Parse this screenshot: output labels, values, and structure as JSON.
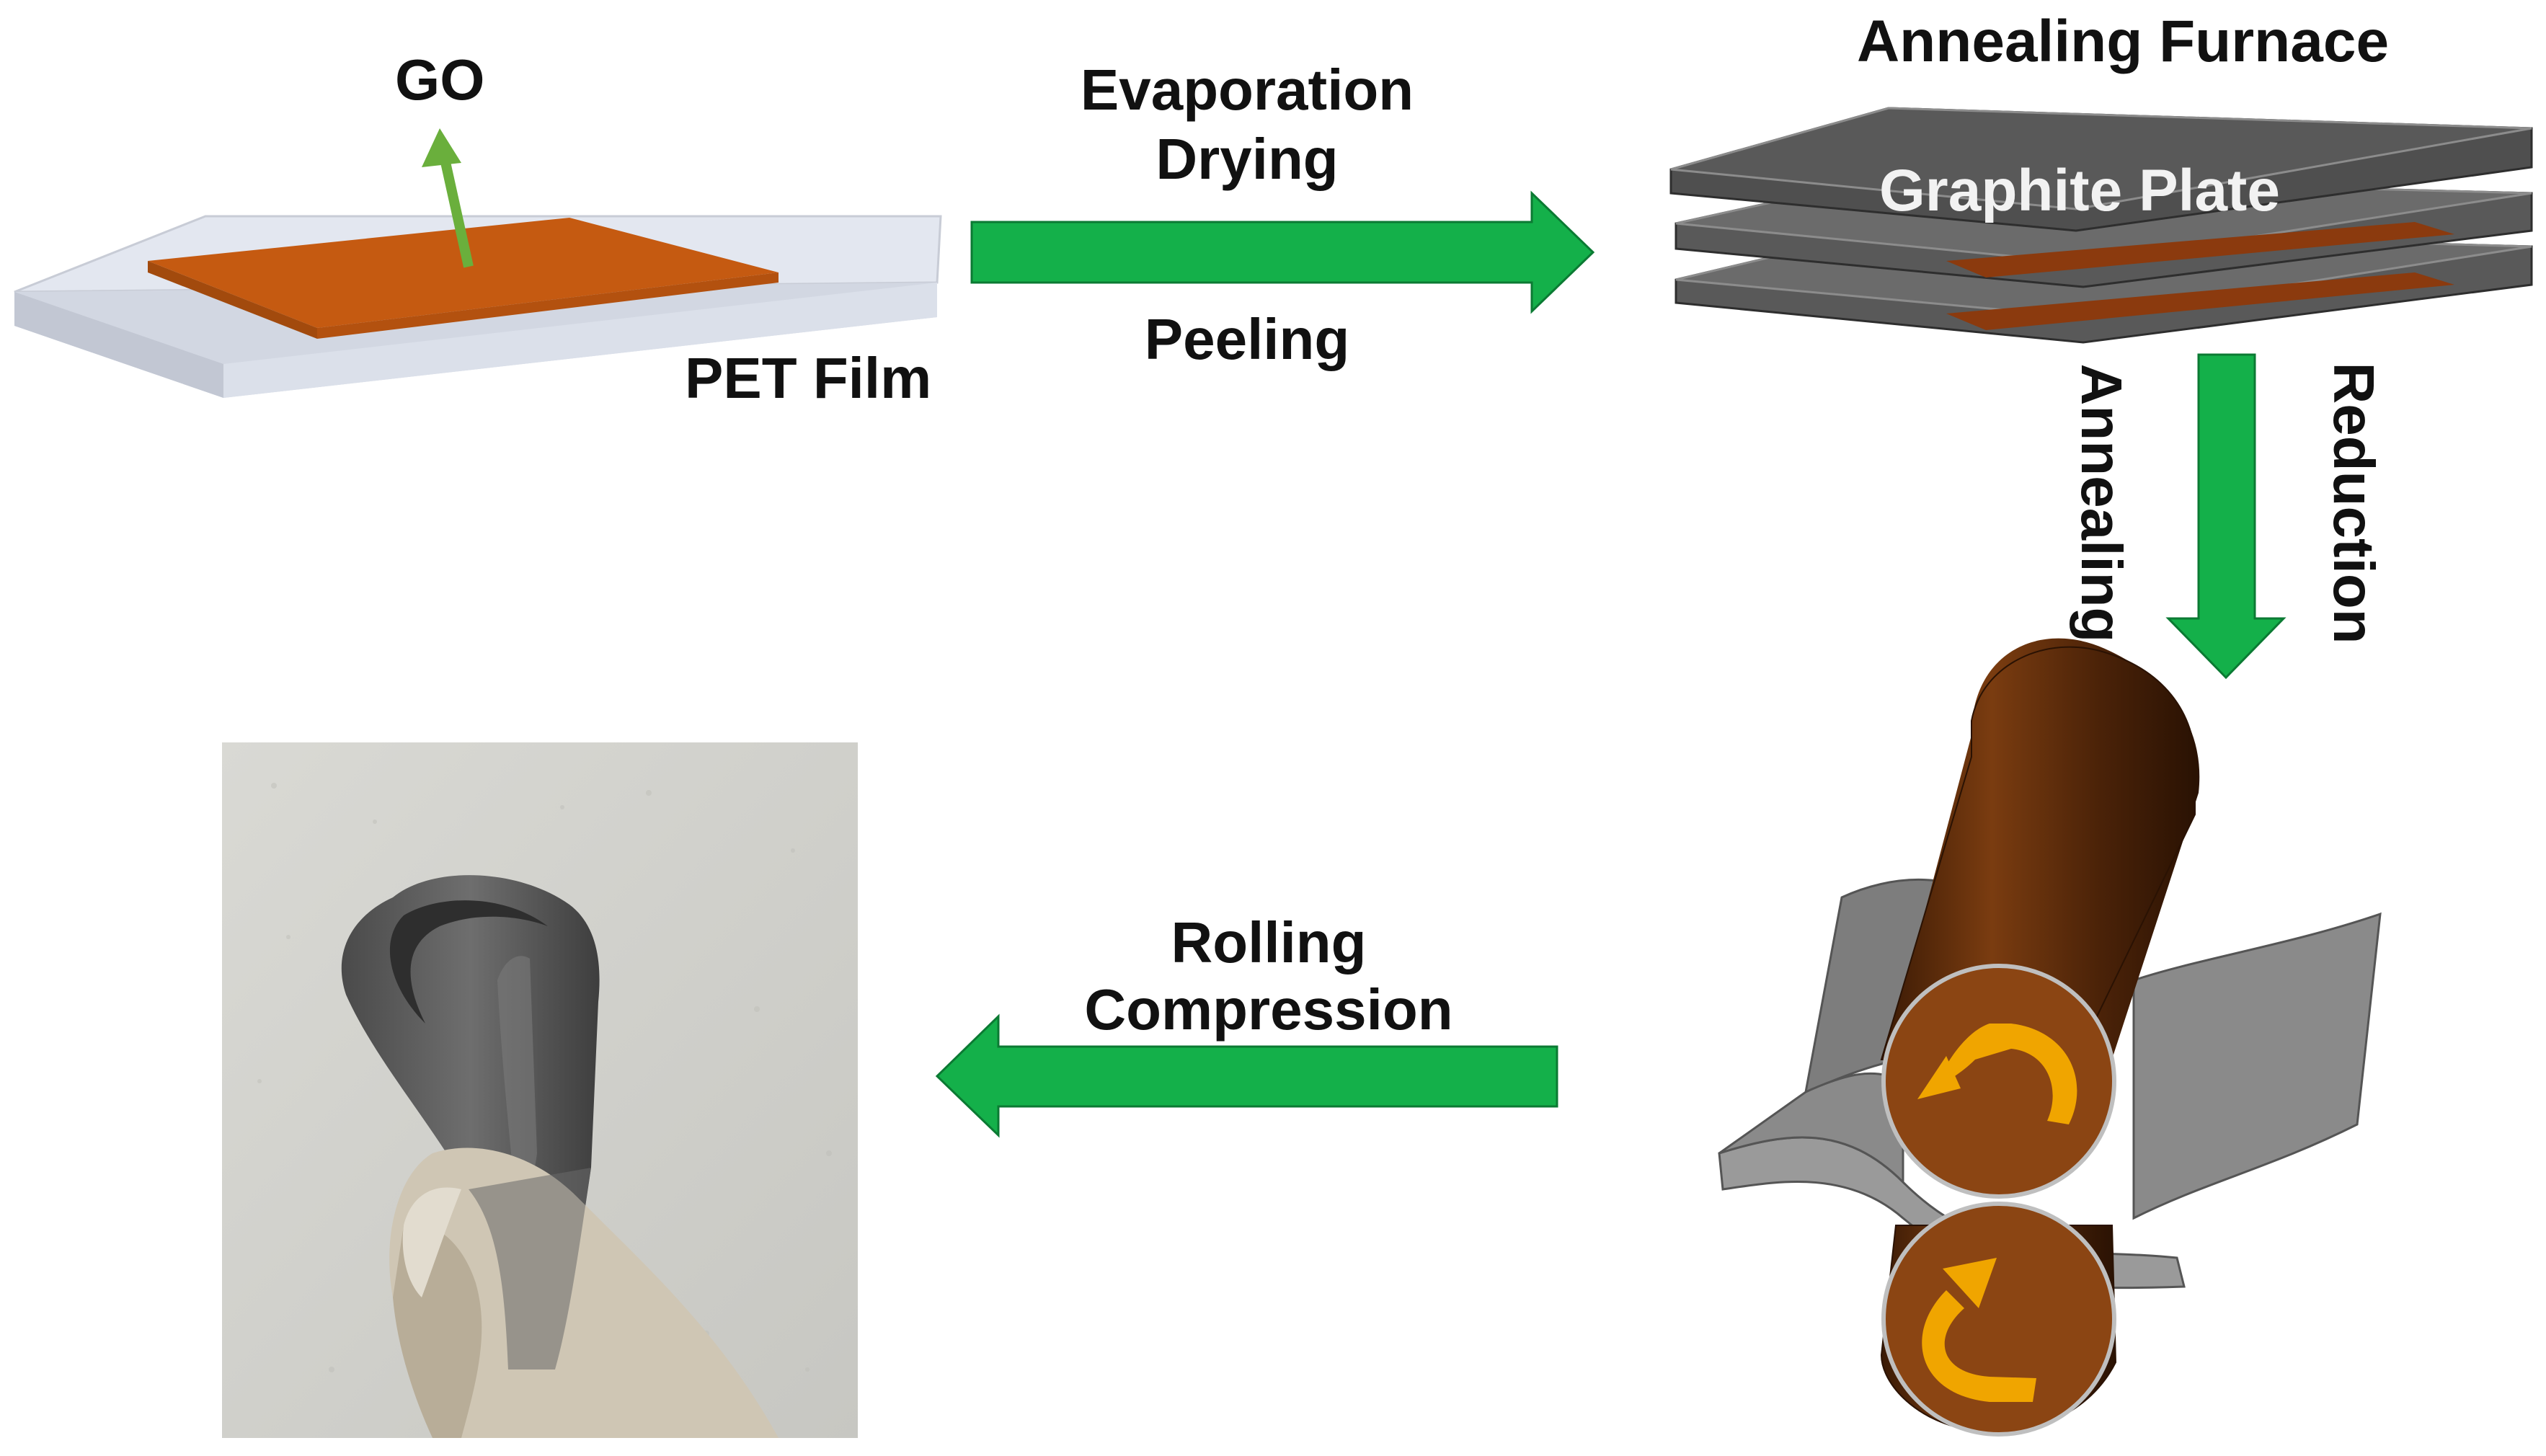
{
  "labels": {
    "go": "GO",
    "pet_film": "PET Film",
    "evaporation": "Evaporation",
    "drying": "Drying",
    "peeling": "Peeling",
    "annealing_furnace": "Annealing Furnace",
    "graphite_plate": "Graphite Plate",
    "annealing": "Annealing",
    "reduction": "Reduction",
    "rolling": "Rolling",
    "compression": "Compression"
  },
  "colors": {
    "arrow_green": "#14b04a",
    "arrow_outline": "#0b7a33",
    "go_film": "#c55a11",
    "pet_substrate": "#e3e7f0",
    "graphite_plate": "#595959",
    "roller_brown": "#7a3c10",
    "rotation_arrow": "#f0a500",
    "film_grey": "#8a8a8a"
  }
}
